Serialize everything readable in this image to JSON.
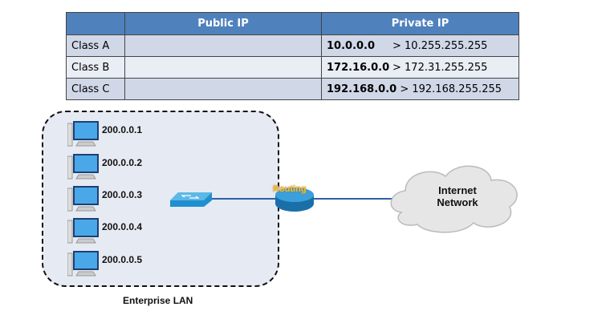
{
  "table": {
    "headers": [
      "",
      "Public IP",
      "Private IP"
    ],
    "rows": [
      {
        "class": "Class A",
        "public": "",
        "private_start": "10.0.0.0",
        "private_end": "> 10.255.255.255"
      },
      {
        "class": "Class B",
        "public": "",
        "private_start": "172.16.0.0",
        "private_end": "> 172.31.255.255"
      },
      {
        "class": "Class C",
        "public": "",
        "private_start": "192.168.0.0",
        "private_end": "> 192.168.255.255"
      }
    ]
  },
  "lan": {
    "label": "Enterprise LAN",
    "hosts": [
      "200.0.0.1",
      "200.0.0.2",
      "200.0.0.3",
      "200.0.0.4",
      "200.0.0.5"
    ]
  },
  "router": {
    "label": "Routing"
  },
  "cloud": {
    "label_line1": "Internet",
    "label_line2": "Network"
  },
  "colors": {
    "header": "#4f81bd",
    "row_dark": "#d0d8e8",
    "row_light": "#e9edf4",
    "link": "#2e5fa8"
  }
}
